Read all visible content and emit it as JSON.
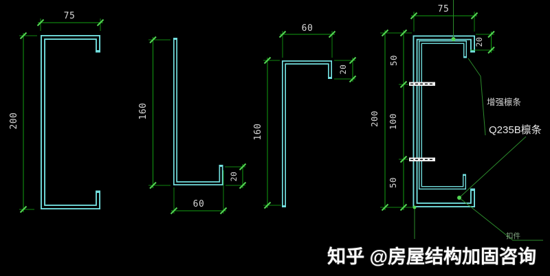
{
  "colors": {
    "profile": "#72dede",
    "dim": "#12a012",
    "bright": "#52d452",
    "leader": "#2c8b2c",
    "dimtext": "#d6d6d6",
    "label": "#d8d8d8",
    "cliptext": "#84a884",
    "bolt": "#f0f0f0",
    "watermark": "#ffffff"
  },
  "figures": {
    "c_channel": {
      "type": "lipped C purlin section",
      "dim_width": "75",
      "dim_height": "200"
    },
    "bottom_angle": {
      "type": "web + bottom flange with lip",
      "dim_height": "160",
      "dim_width": "60",
      "dim_lip": "20"
    },
    "top_angle": {
      "type": "web + top flange with lip",
      "dim_width": "60",
      "dim_height": "160",
      "dim_lip": "20"
    },
    "composite": {
      "type": "reinforced purlin assembly (nested channels)",
      "dim_width": "75",
      "dim_lip": "20",
      "dim_total_height": "200",
      "dim_seg_top": "50",
      "dim_seg_mid": "100",
      "dim_seg_bottom": "50",
      "label_reinforced": "增强檩条",
      "label_base": "Q235B檩条",
      "label_clip": "扣件"
    }
  },
  "watermark": {
    "text": "知乎 @房屋结构加固咨询"
  }
}
